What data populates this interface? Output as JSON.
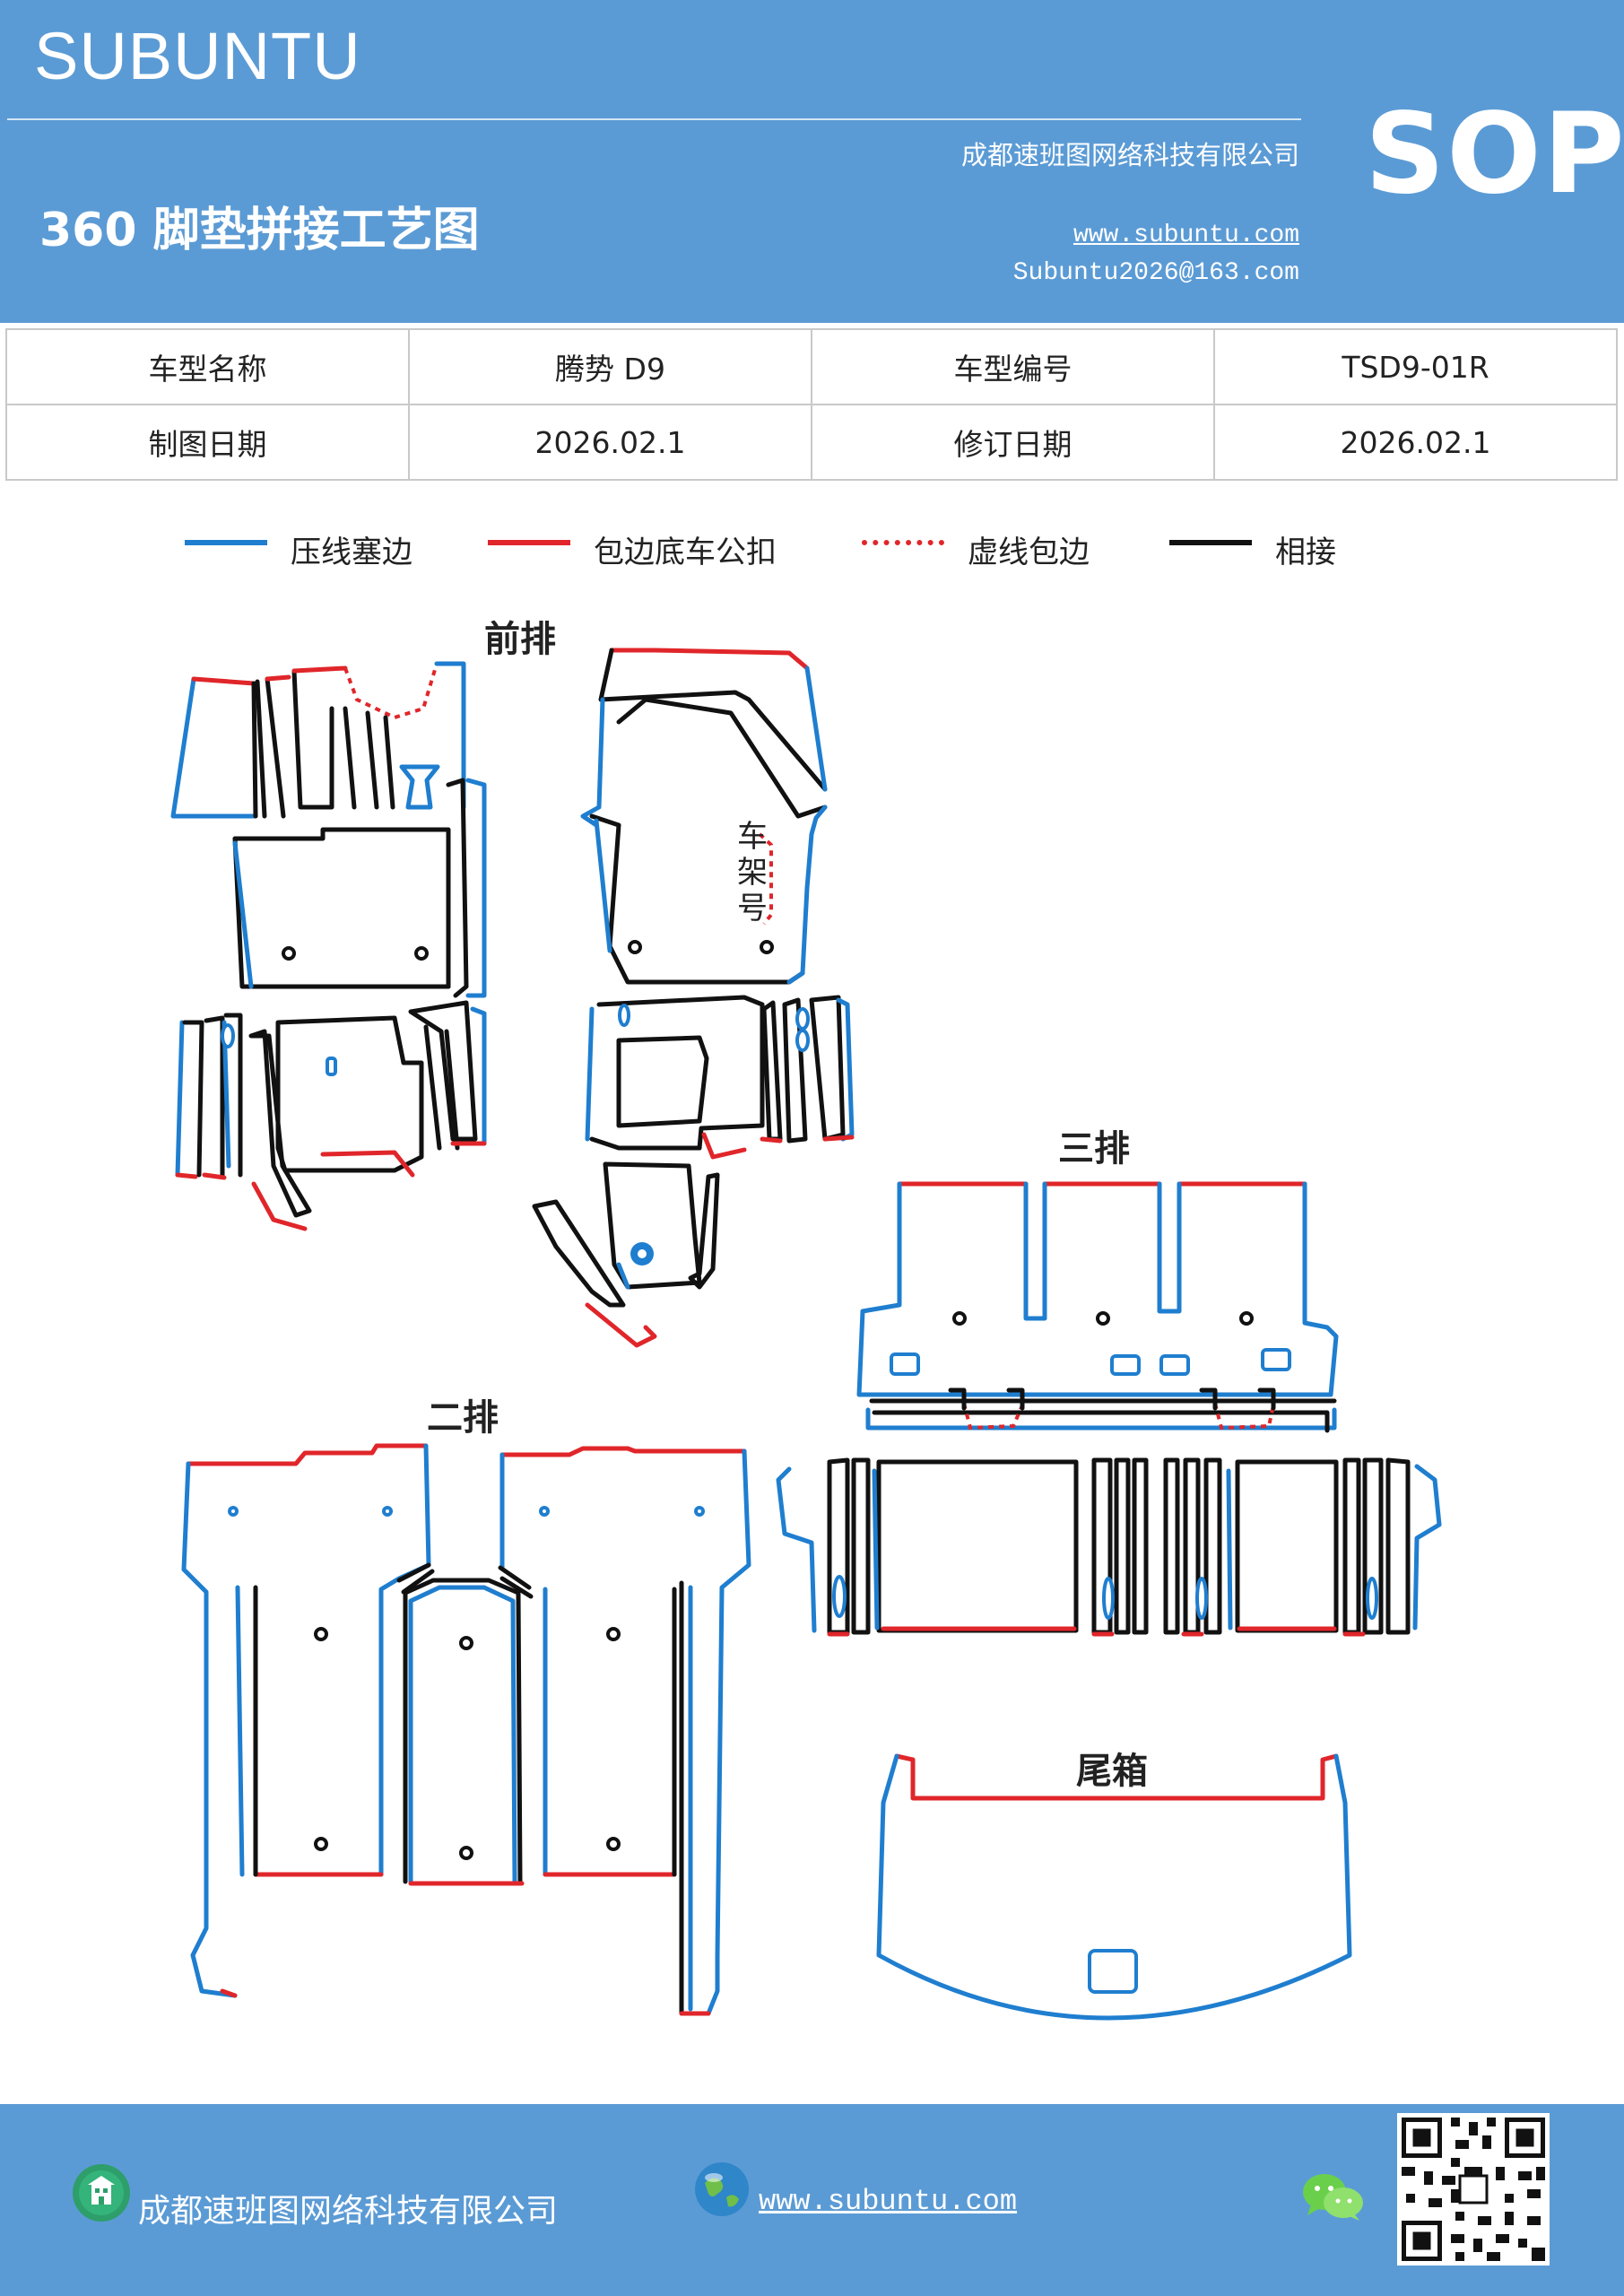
{
  "header": {
    "brand": "SUBUNTU",
    "company": "成都速班图网络科技有限公司",
    "title": "360 脚垫拼接工艺图",
    "website": "www.subuntu.com",
    "email": "Subuntu2026@163.com",
    "badge": "SOP",
    "bg_color": "#5b9bd5"
  },
  "info": {
    "model_name_label": "车型名称",
    "model_name": "腾势 D9",
    "model_code_label": "车型编号",
    "model_code": "TSD9-01R",
    "draw_date_label": "制图日期",
    "draw_date": "2026.02.1",
    "revise_date_label": "修订日期",
    "revise_date": "2026.02.1"
  },
  "legend": [
    {
      "label": "压线塞边",
      "color": "#1f7ecf",
      "style": "solid"
    },
    {
      "label": "包边底车公扣",
      "color": "#e0262a",
      "style": "solid"
    },
    {
      "label": "虚线包边",
      "color": "#e0262a",
      "style": "dashed"
    },
    {
      "label": "相接",
      "color": "#111111",
      "style": "solid"
    }
  ],
  "diagram": {
    "front_row": "前排",
    "second_row": "二排",
    "third_row": "三排",
    "trunk": "尾箱",
    "vin_c1": "车",
    "vin_c2": "架",
    "vin_c3": "号"
  },
  "footer": {
    "company": "成都速班图网络科技有限公司",
    "website": "www.subuntu.com",
    "company_icon": "building-icon",
    "web_icon": "globe-icon",
    "wechat_icon": "wechat-icon",
    "qr": "qr-code"
  }
}
